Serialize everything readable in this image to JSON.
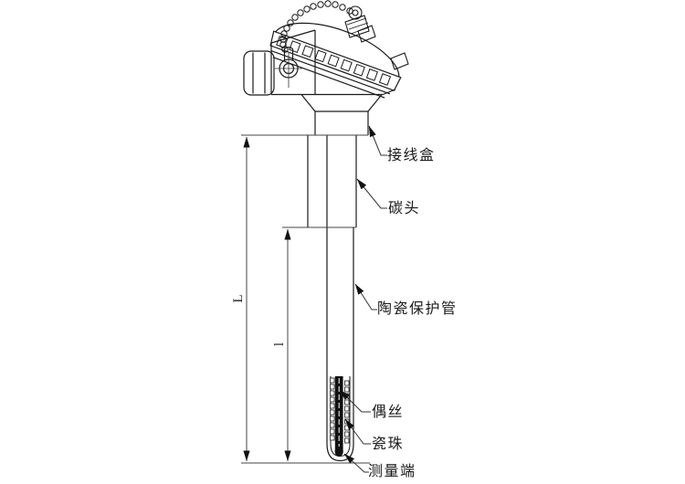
{
  "drawing": {
    "type": "technical-line-drawing",
    "subject": "assembly thermocouple with terminal head and ceramic protection tube",
    "colors": {
      "line": "#1a1a1a",
      "thin_line": "#444444",
      "background": "#ffffff",
      "wire_fill": "#111111"
    },
    "callouts": {
      "junction_box": "接线盒",
      "neck_tube": "碳头",
      "ceramic_protection_tube": "陶瓷保护管",
      "thermocouple_wires": "偶丝",
      "ceramic_beads": "瓷珠",
      "measuring_end": "测量端"
    },
    "dimensions": {
      "overall_length": "L",
      "insertion_length": "l"
    }
  }
}
